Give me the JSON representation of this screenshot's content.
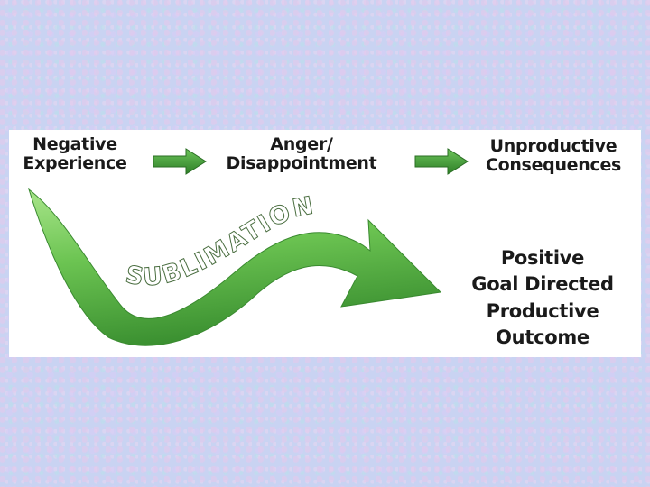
{
  "diagram": {
    "step1": {
      "line1": "Negative",
      "line2": "Experience"
    },
    "step2": {
      "line1": "Anger/",
      "line2": "Disappointment"
    },
    "step3": {
      "line1": "Unproductive",
      "line2": "Consequences"
    },
    "sublimation_label": "SUBLIMATION",
    "outcome": {
      "lines": [
        "Positive",
        "Goal Directed",
        "Productive",
        "Outcome"
      ]
    },
    "colors": {
      "arrow_green": "#3f9b35",
      "swoosh_green_light": "#9be07a",
      "swoosh_green_dark": "#3f9b35",
      "text": "#1a1a1a"
    }
  }
}
